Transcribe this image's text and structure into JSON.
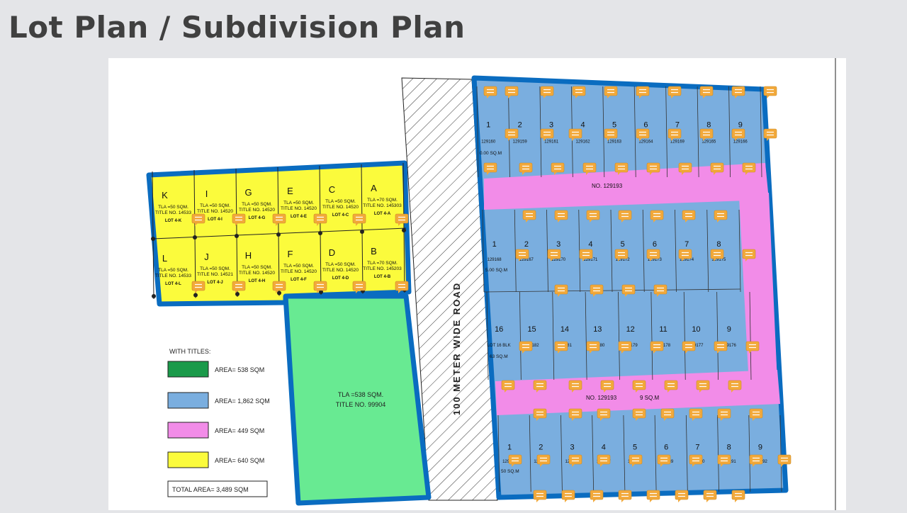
{
  "slide": {
    "title": "Lot Plan / Subdivision Plan"
  },
  "road": {
    "label": "100 METER WIDE ROAD"
  },
  "yellow_lots": {
    "top": [
      {
        "letter": "K",
        "tla": "TLA =50 SQM.",
        "title": "TITLE NO. 14533",
        "lot": "LOT 4-K"
      },
      {
        "letter": "I",
        "tla": "TLA =50 SQM.",
        "title": "TITLE NO. 14520",
        "lot": "LOT 4-I"
      },
      {
        "letter": "G",
        "tla": "TLA =50 SQM.",
        "title": "TITLE NO. 14520",
        "lot": "LOT 4-G"
      },
      {
        "letter": "E",
        "tla": "TLA =50 SQM.",
        "title": "TITLE NO. 14520",
        "lot": "LOT 4-E"
      },
      {
        "letter": "C",
        "tla": "TLA =50 SQM.",
        "title": "TITLE NO. 14520",
        "lot": "LOT 4-C"
      },
      {
        "letter": "A",
        "tla": "TLA =70 SQM.",
        "title": "TITLE NO. 145303",
        "lot": "LOT 4-A"
      }
    ],
    "bottom": [
      {
        "letter": "L",
        "tla": "TLA =50 SQM.",
        "title": "TITLE NO. 14533",
        "lot": "LOT 4-L"
      },
      {
        "letter": "J",
        "tla": "TLA =50 SQM.",
        "title": "TITLE NO. 14521",
        "lot": "LOT 4-J"
      },
      {
        "letter": "H",
        "tla": "TLA =50 SQM.",
        "title": "TITLE NO. 14520",
        "lot": "LOT 4-H"
      },
      {
        "letter": "F",
        "tla": "TLA =50 SQM.",
        "title": "TITLE NO. 14520",
        "lot": "LOT 4-F"
      },
      {
        "letter": "D",
        "tla": "TLA =50 SQM.",
        "title": "TITLE NO. 14520",
        "lot": "LOT 4-D"
      },
      {
        "letter": "B",
        "tla": "TLA =70 SQM.",
        "title": "TITLE NO. 145203",
        "lot": "LOT 4-B"
      }
    ]
  },
  "green_lot": {
    "tla": "TLA =538 SQM.",
    "title": "TITLE NO. 99904"
  },
  "legend": {
    "heading": "WITH TITLES:",
    "items": [
      {
        "color": "#1a9a4a",
        "label": "AREA= 538 SQM"
      },
      {
        "color": "#7aaedf",
        "label": "AREA= 1,862 SQM"
      },
      {
        "color": "#f28ce8",
        "label": "AREA= 449 SQM"
      },
      {
        "color": "#fbfb3c",
        "label": "AREA= 640 SQM"
      }
    ],
    "total": "TOTAL AREA= 3,489 SQM"
  },
  "blue_block": {
    "row1": [
      "1",
      "2",
      "3",
      "4",
      "5",
      "6",
      "7",
      "8",
      "9"
    ],
    "row1_codes": [
      "129160",
      "129159",
      "129161",
      "129162",
      "129163",
      "129164",
      "129169",
      "129165",
      "129166"
    ],
    "row1_area_text": "0.00 SQ.M",
    "road1": "NO. 129193",
    "row2": [
      "1",
      "2",
      "3",
      "4",
      "5",
      "6",
      "7",
      "8"
    ],
    "row2_codes": [
      "129168",
      "129167",
      "129170",
      "129171",
      "129172",
      "129173",
      "129174",
      "129175"
    ],
    "row2_area_text": "5.00 SQ.M",
    "row3": [
      "16",
      "15",
      "14",
      "13",
      "12",
      "11",
      "10",
      "9"
    ],
    "row3_codes": [
      "LOT 16 BLK",
      "129182",
      "129181",
      "129180",
      "129179",
      "129178",
      "129177",
      "129176"
    ],
    "row3_area_text": "63 SQ.M",
    "road2": "NO. 129193",
    "road2_suffix": "9 SQ.M",
    "row4": [
      "1",
      "2",
      "3",
      "4",
      "5",
      "6",
      "7",
      "8",
      "9"
    ],
    "row4_codes": [
      "129184",
      "129185",
      "129186",
      "129187",
      "129188",
      "129189",
      "129190",
      "129191",
      "129192"
    ],
    "row4_area_text": "50 SQ.M"
  },
  "colors": {
    "border": "#0a6cc0",
    "yellow": "#fbfb3c",
    "green": "#68ea92",
    "blue": "#7aaedf",
    "pink": "#f28ce8",
    "comment": "#f2a93b"
  }
}
